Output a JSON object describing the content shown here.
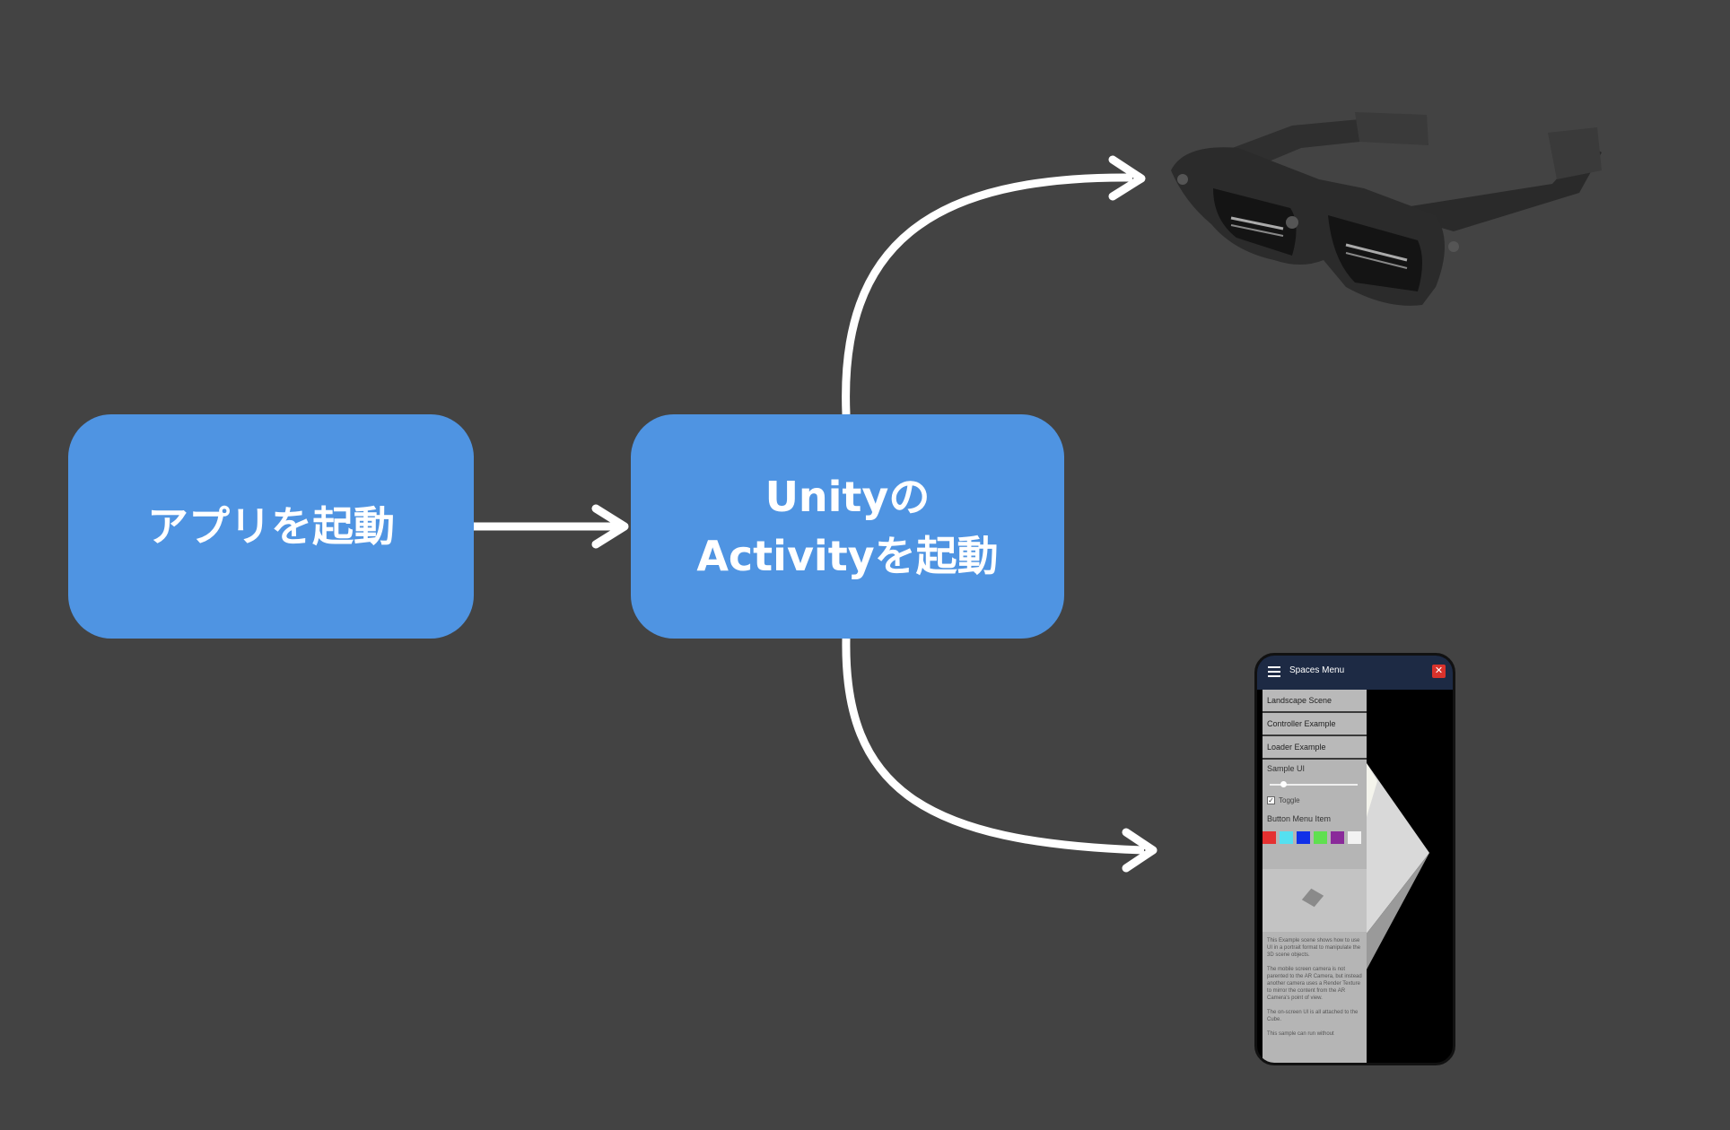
{
  "nodes": {
    "launch_app": "アプリを起動",
    "unity_line1": "Unityの",
    "unity_line2": "Activityを起動"
  },
  "phone": {
    "title": "Spaces Menu",
    "close_symbol": "✕",
    "menu_items": [
      "Landscape Scene",
      "Controller Example",
      "Loader Example"
    ],
    "sample_ui_label": "Sample UI",
    "toggle_label": "Toggle",
    "button_menu_item": "Button Menu Item",
    "swatch_colors": [
      "#e53030",
      "#55e0f0",
      "#1030e8",
      "#60e050",
      "#8a2a9a",
      "#f2f2f2"
    ],
    "description": [
      "This Example scene shows how to use UI in a portrait format to manipulate the 3D scene objects.",
      "The mobile screen camera is not parented to the AR Camera, but instead another camera uses a Render Texture to mirror the content from the AR Camera's point of view.",
      "The on-screen UI is all attached to the Cube.",
      "This sample can run without"
    ]
  },
  "colors": {
    "background": "#434343",
    "node_fill": "#4f94e2",
    "arrow": "#ffffff"
  }
}
